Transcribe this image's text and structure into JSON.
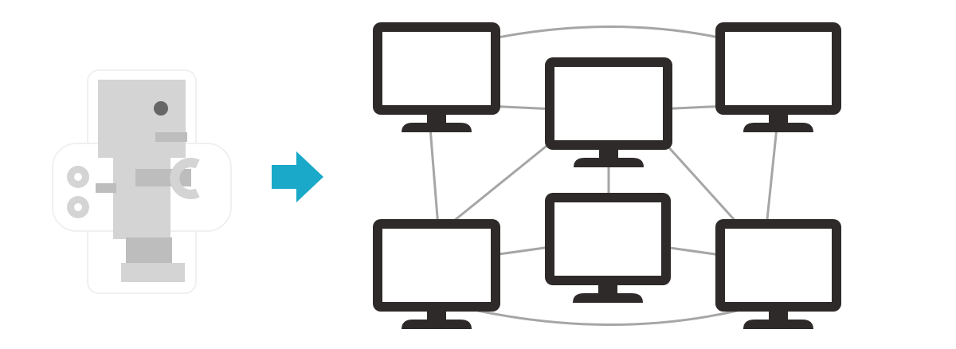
{
  "colors": {
    "background": "#ffffff",
    "robot_light": "#d4d4d4",
    "robot_mid": "#bdbdbd",
    "robot_eye": "#666666",
    "robot_outline": "#f0f0f0",
    "arrow": "#1aa9c9",
    "monitor": "#2e2a29",
    "connector": "#a6a6a6"
  },
  "icons": {
    "robot": "wind-up-robot-icon",
    "arrow": "right-arrow-icon",
    "monitor": "computer-monitor-icon"
  },
  "network": {
    "nodes": [
      "monitor-top-left",
      "monitor-top-center",
      "monitor-top-right",
      "monitor-bottom-left",
      "monitor-bottom-center",
      "monitor-bottom-right"
    ],
    "links": [
      [
        "monitor-top-left",
        "monitor-top-center"
      ],
      [
        "monitor-top-center",
        "monitor-top-right"
      ],
      [
        "monitor-top-left",
        "monitor-bottom-left"
      ],
      [
        "monitor-top-right",
        "monitor-bottom-right"
      ],
      [
        "monitor-top-center",
        "monitor-bottom-left"
      ],
      [
        "monitor-top-center",
        "monitor-bottom-center"
      ],
      [
        "monitor-top-center",
        "monitor-bottom-right"
      ],
      [
        "monitor-bottom-left",
        "monitor-bottom-center"
      ],
      [
        "monitor-bottom-center",
        "monitor-bottom-right"
      ],
      [
        "monitor-top-left",
        "monitor-top-right"
      ],
      [
        "monitor-bottom-left",
        "monitor-bottom-right"
      ]
    ]
  }
}
